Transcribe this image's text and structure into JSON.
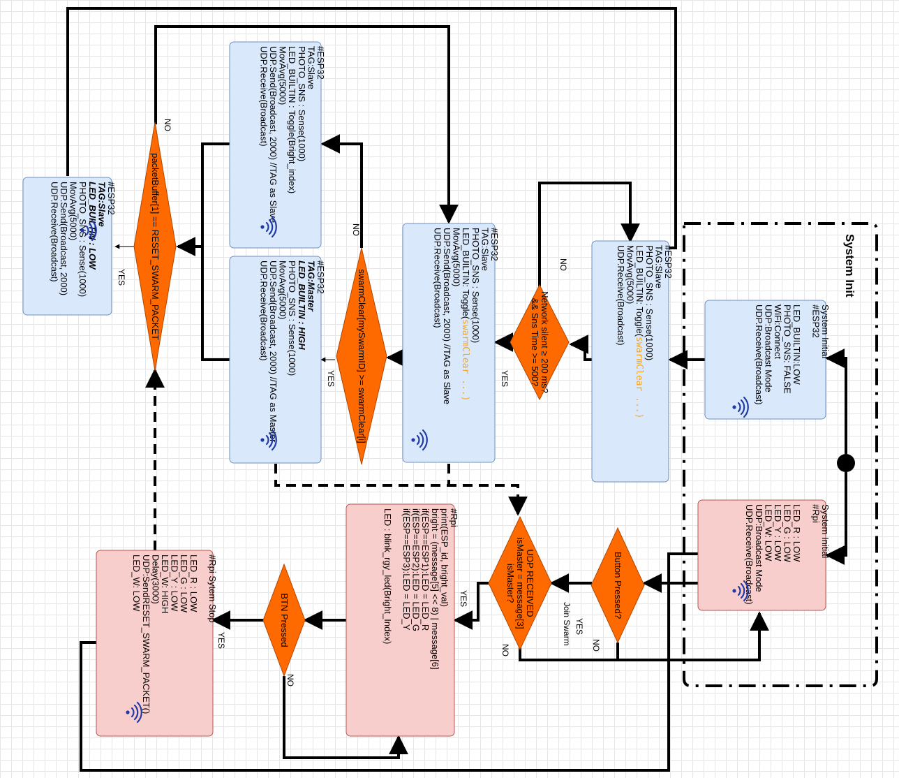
{
  "group": {
    "title": "System Init"
  },
  "boxes": {
    "esp_slave_a": [
      "#ESP32",
      "TAG:Slave",
      "PHOTO_SNS : Sense(1000)",
      "LED_BUILTIN : Toggle(Bright_index)",
      "MovAvg(5000)",
      "UDP.Send(Broadcast, 2000) //TAG as Slave",
      "UDP.Receive(Broadcast)"
    ],
    "esp_master": [
      "#ESP32",
      "TAG:Master",
      "LED_BUILTIN : HIGH",
      "PHOTO_SNS : Sense(1000)",
      "MovAvg(5000)",
      "UDP.Send(Broadcast, 2000) //TAG as Master",
      "UDP.Receive(Broadcast)"
    ],
    "esp_reset": [
      "#ESP32",
      "TAG:Slave",
      "LED_BUILTIN : LOW",
      "PHOTO_SNS : Sense(1000)",
      "MovAvg(5000)",
      "UDP.Send(Broadcast, 2000)",
      "UDP.Receive(Broadcast)"
    ],
    "esp_slave_b": [
      "#ESP32",
      "TAG:Slave",
      "PHOTO_SNS : Sense(1000)",
      "LED_BUILTIN: Toggle(swarmClear ...)",
      "MovAvg(5000)",
      "UDP.Send(Broadcast, 2000) //TAG as Slave",
      "UDP.Receive(Broadcast)"
    ],
    "esp_slave_c": [
      "#ESP32",
      "TAG:Slave",
      "PHOTO_SNS : Sense(1000)",
      "LED_BUILTIN: Toggle(swarmClear ...)",
      "MovAvg(5000)",
      "UDP.Receive(Broadcast)"
    ],
    "esp_init": [
      "System Initial",
      "#ESP32",
      "",
      "LED_BUILTIN:LOW",
      "PHOTO_SNS: FALSE",
      "WiFi:Connect",
      "UDP:Broadcast Mode",
      "UDP.Receive(Broadcast)"
    ],
    "rpi_init": [
      "System Initial",
      "#Rpi",
      "",
      "LED_R : LOW",
      "LED_G : LOW",
      "LED_Y : LOW",
      "LED_W: LOW",
      "UDP:Broadcast Mode",
      "UDP.Receive(Broadcast)"
    ],
    "rpi_process": [
      "#Rpi",
      "print(ESP_id, bright_val)",
      "bright = (message[5] << 8) | message[6]",
      "if(ESP==ESP1):LED = LED_R",
      "if(ESP==ESP2):LED = LED_G",
      "if(ESP==ESP3):LED = LED_Y",
      "",
      "LED : blink_rgy_led(Bright_Index)"
    ],
    "rpi_stop": [
      "#Rpi Sytem Stop",
      "",
      "LED_R : LOW",
      "LED_G : LOW",
      "LED_Y : LOW",
      "LED_W: HIGH",
      "Delay(3000)",
      "UDP:SendRESET_SWARM_PACKET()",
      "LED_W: LOW"
    ]
  },
  "decisions": {
    "reset_check": [
      "packetBuffer[1] == RESET_SWARM_PACKET"
    ],
    "swarm_clear": [
      "swarmClear[mySwarmID] >= swarmClear[i]"
    ],
    "network_silent": [
      "Network silent ≥ 200 ms?",
      "&& Sns Time >= 500?"
    ],
    "udp_received": [
      "UDP RECEIVED",
      "isMaster = message[3]",
      "isMaster?"
    ],
    "button_pressed": [
      "Button Pressed?"
    ],
    "btn_pressed": [
      "BTN Pressed"
    ]
  },
  "labels": {
    "no": "NO",
    "yes": "YES",
    "join_swarm": "Join Swarm"
  }
}
